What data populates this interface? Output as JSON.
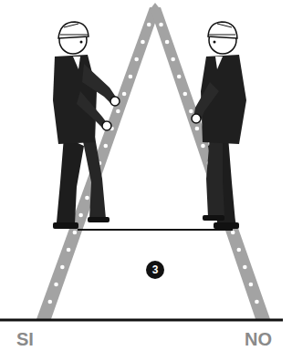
{
  "diagram": {
    "nodes": [
      {
        "text": [
          "3"
        ]
      }
    ],
    "labels": [
      "SI",
      "NO"
    ]
  }
}
